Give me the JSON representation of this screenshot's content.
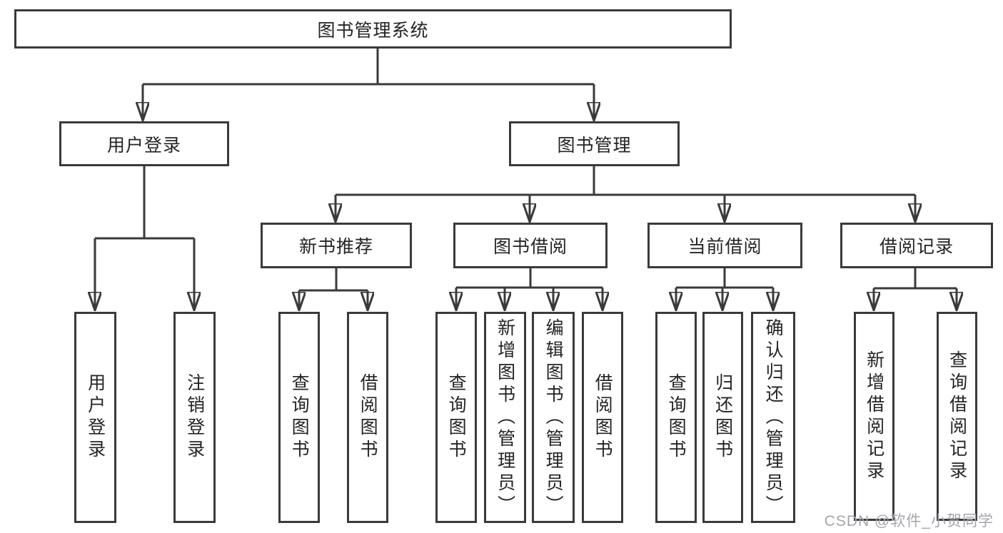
{
  "tree": {
    "label": "图书管理系统",
    "children": [
      {
        "label": "用户登录",
        "children": [
          {
            "label": "用户登录"
          },
          {
            "label": "注销登录"
          }
        ]
      },
      {
        "label": "图书管理",
        "children": [
          {
            "label": "新书推荐",
            "children": [
              {
                "label": "查询图书"
              },
              {
                "label": "借阅图书"
              }
            ]
          },
          {
            "label": "图书借阅",
            "children": [
              {
                "label": "查询图书"
              },
              {
                "label": "新增图书（管理员）"
              },
              {
                "label": "编辑图书（管理员）"
              },
              {
                "label": "借阅图书"
              }
            ]
          },
          {
            "label": "当前借阅",
            "children": [
              {
                "label": "查询图书"
              },
              {
                "label": "归还图书"
              },
              {
                "label": "确认归还（管理员）"
              }
            ]
          },
          {
            "label": "借阅记录",
            "children": [
              {
                "label": "新增借阅记录"
              },
              {
                "label": "查询借阅记录"
              }
            ]
          }
        ]
      }
    ]
  },
  "watermark": "CSDN @软件_小贺同学",
  "colors": {
    "line": "#3a3a3c",
    "box_border": "#3a3a3c",
    "text": "#242424",
    "watermark": "#a4a5ad",
    "background": "#ffffff"
  }
}
